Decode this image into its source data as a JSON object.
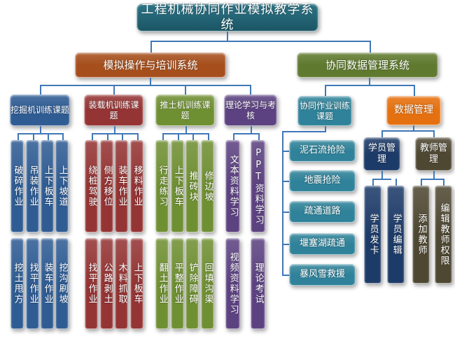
{
  "title": "工程机械协同作业模拟教学系统",
  "branches": [
    {
      "label": "模拟操作与培训系统",
      "color": "#a64f1d",
      "groups": [
        {
          "label": "挖掘机训练课题",
          "color": "#2f5c93",
          "top": [
            "破碎作业",
            "吊装作业",
            "上下板车",
            "上下坡道"
          ],
          "bottom": [
            "挖土甩方",
            "找平作业",
            "装车作业",
            "挖沟刷坡"
          ]
        },
        {
          "label": "装载机训练课题",
          "color": "#943434",
          "top": [
            "绕桩驾驶",
            "侧方移位",
            "装车作业",
            "移料作业"
          ],
          "bottom": [
            "找平作业",
            "公路剥土",
            "木料抓取",
            "上下板车"
          ]
        },
        {
          "label": "推土机训练课题",
          "color": "#6f8f33",
          "top": [
            "行走练习",
            "上下板车",
            "推砖块",
            "修边坡"
          ],
          "bottom": [
            "翻土作业",
            "平整作业",
            "铲除障碍",
            "回填沟渠"
          ]
        },
        {
          "label": "理论学习与考核",
          "color": "#5c4280",
          "top": [
            "文本资料学习",
            "PPT资料学习"
          ],
          "bottom": [
            "视频资料学习",
            "理论考试"
          ]
        }
      ]
    },
    {
      "label": "协同数据管理系统",
      "color": "#5f7a2f",
      "collab": {
        "label": "协同作业训练课题",
        "color": "#2f8299",
        "items": [
          "泥石流抢险",
          "地震抢险",
          "疏通道路",
          "堰塞湖疏通",
          "暴风雪救援"
        ]
      },
      "data_mgmt": {
        "label": "数据管理",
        "color": "#e5700f",
        "student": {
          "label": "学员管理",
          "color": "#1d3b68",
          "items": [
            "学员发卡",
            "学员编辑"
          ]
        },
        "teacher": {
          "label": "教师管理",
          "color": "#4e4732",
          "items": [
            "添加教师",
            "编辑教师权限"
          ]
        }
      }
    }
  ]
}
